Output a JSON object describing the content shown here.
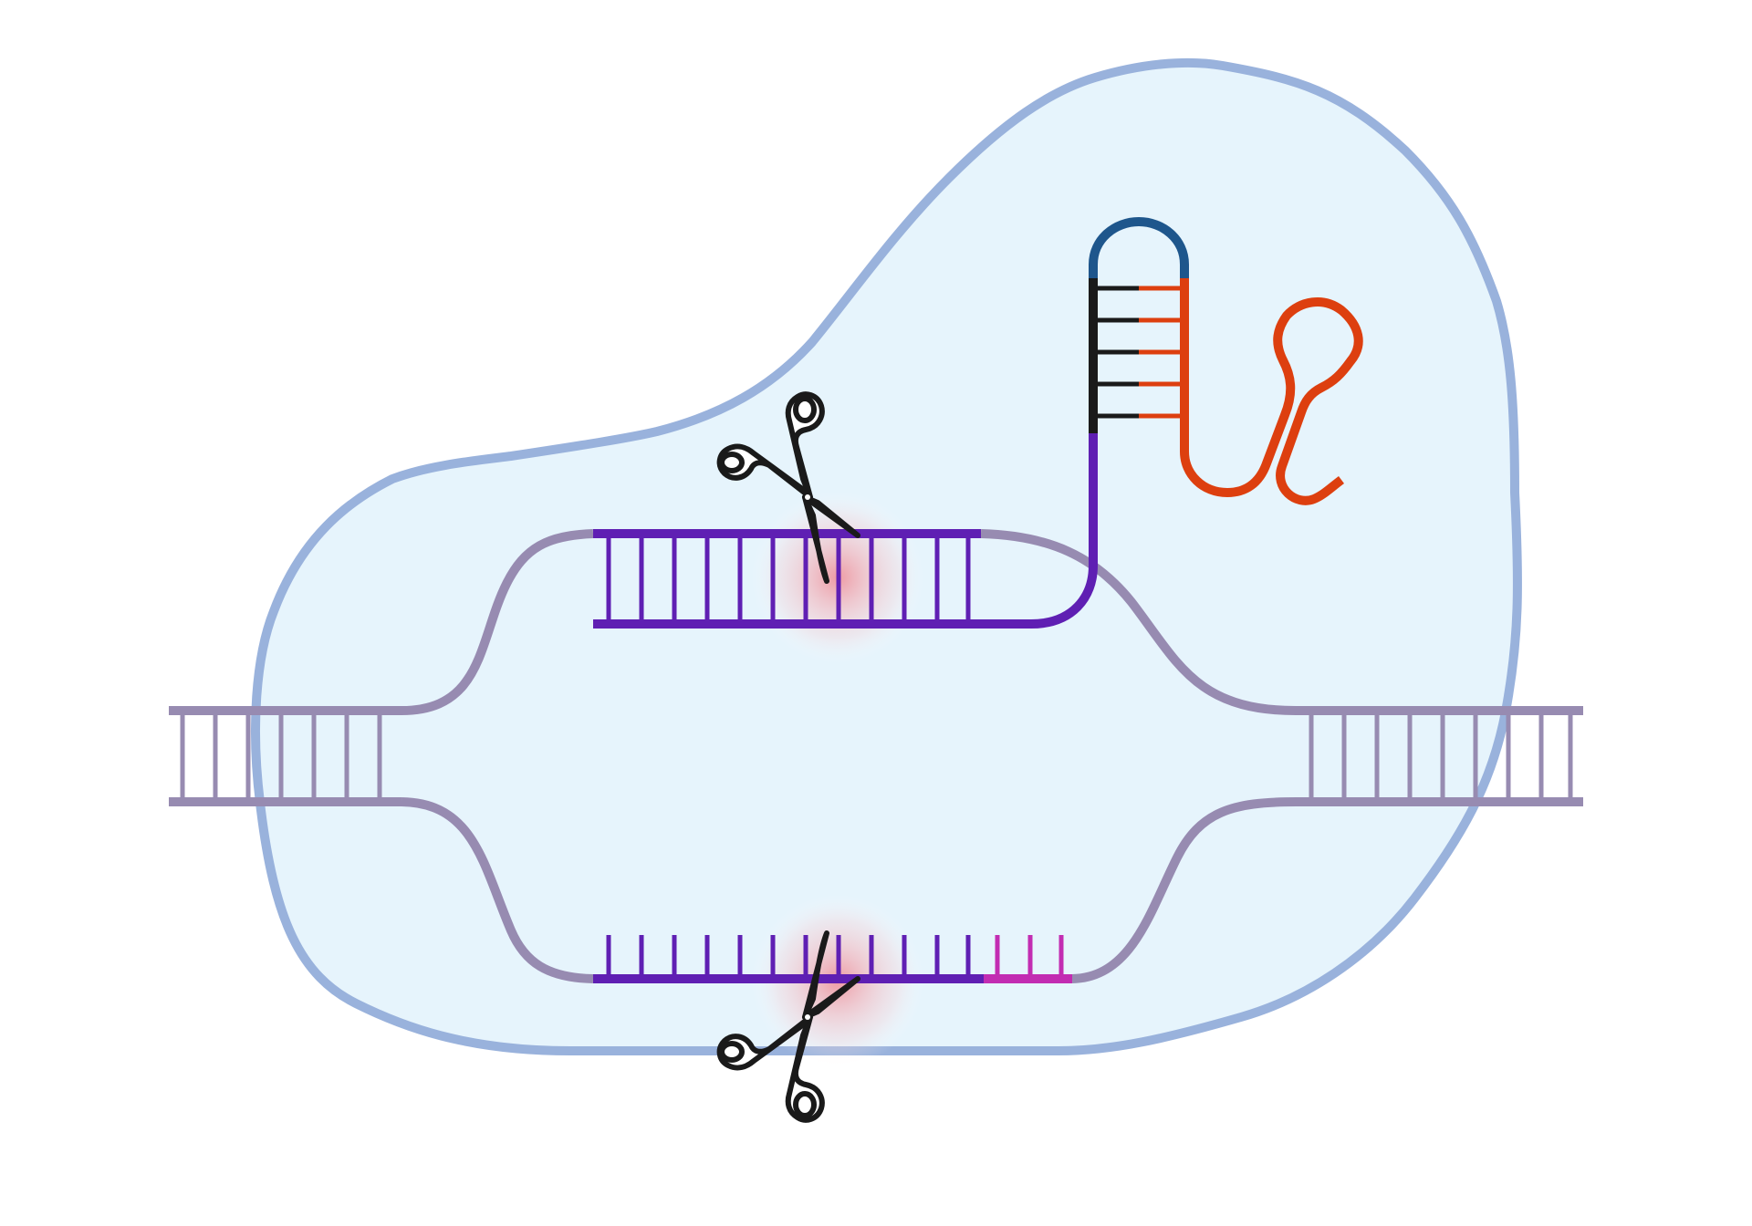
{
  "diagram": {
    "kind": "CRISPR-Cas9 double-stranded DNA cleavage schematic",
    "text_labels": [],
    "colors": {
      "background": "#ffffff",
      "protein_fill": "#e6f4fc",
      "protein_outline": "#99b2dc",
      "dna_strand": "#978bb1",
      "guide_spacer": "#5f1fb3",
      "pam": "#c22cb2",
      "tracr_stem_left": "#1a1a1a",
      "tracr_loop": "#1e568c",
      "tracr_right": "#dd3f0f",
      "scissors": "#1a1a1a",
      "cut_glow": "#f08a94"
    },
    "elements": {
      "protein": "cas9-protein-body",
      "dna": "double-stranded-dna",
      "guide": "guide-rna",
      "pam": "pam-site",
      "cuts": [
        "top-strand-cut",
        "bottom-strand-cut"
      ],
      "icons": [
        "scissors-icon",
        "scissors-icon"
      ]
    }
  }
}
